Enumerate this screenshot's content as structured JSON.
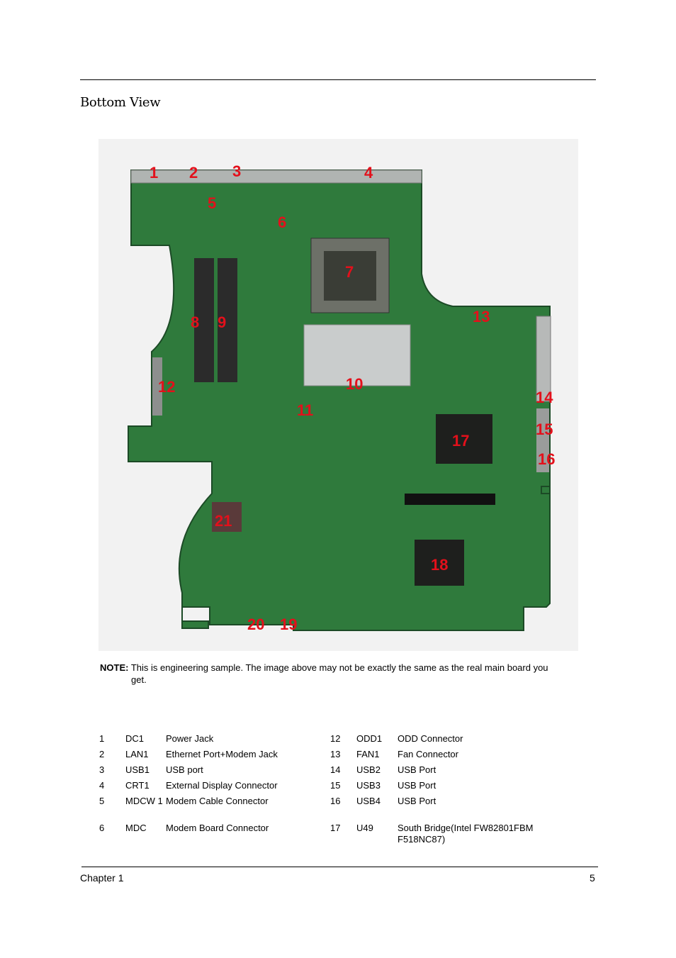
{
  "section_title": "Bottom View",
  "board_markers": [
    "1",
    "2",
    "3",
    "4",
    "5",
    "6",
    "7",
    "8",
    "9",
    "10",
    "11",
    "12",
    "13",
    "14",
    "15",
    "16",
    "17",
    "18",
    "19",
    "20",
    "21"
  ],
  "note": {
    "label": "NOTE:",
    "line1": "This is engineering sample. The image above may not be exactly the same as the real main board you",
    "line2": "get."
  },
  "parts": [
    {
      "left": {
        "num": "1",
        "ref": "DC1",
        "desc": "Power Jack"
      },
      "right": {
        "num": "12",
        "ref": "ODD1",
        "desc": "ODD Connector"
      }
    },
    {
      "left": {
        "num": "2",
        "ref": "LAN1",
        "desc": "Ethernet Port+Modem Jack"
      },
      "right": {
        "num": "13",
        "ref": "FAN1",
        "desc": "Fan Connector"
      }
    },
    {
      "left": {
        "num": "3",
        "ref": "USB1",
        "desc": "USB port"
      },
      "right": {
        "num": "14",
        "ref": "USB2",
        "desc": "USB Port"
      }
    },
    {
      "left": {
        "num": "4",
        "ref": "CRT1",
        "desc": "External Display Connector"
      },
      "right": {
        "num": "15",
        "ref": "USB3",
        "desc": "USB Port"
      }
    },
    {
      "left": {
        "num": "5",
        "ref": "MDCW 1",
        "desc": "Modem Cable Connector"
      },
      "right": {
        "num": "16",
        "ref": "USB4",
        "desc": "USB Port"
      }
    },
    {
      "left": {
        "num": "6",
        "ref": "MDC",
        "desc": "Modem Board Connector"
      },
      "right": {
        "num": "17",
        "ref": "U49",
        "desc": "South Bridge(Intel FW82801FBM F518NC87)"
      }
    }
  ],
  "footer": {
    "chapter": "Chapter 1",
    "page": "5"
  }
}
